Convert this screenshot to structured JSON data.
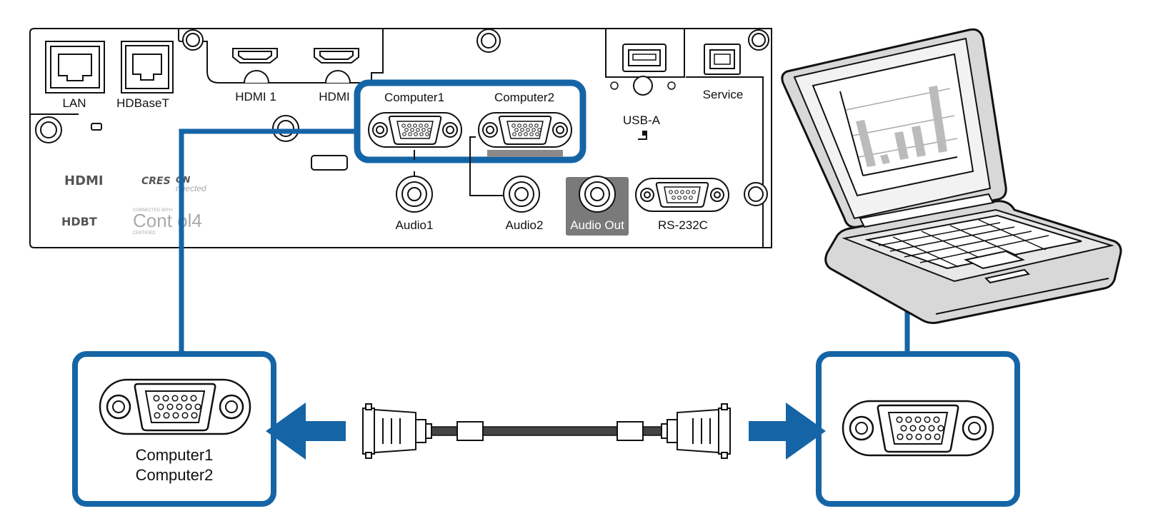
{
  "ports": {
    "lan": "LAN",
    "hdbaset": "HDBaseT",
    "hdmi1": "HDMI 1",
    "hdmi2": "HDMI",
    "computer1": "Computer1",
    "computer2": "Computer2",
    "usb_a": "USB-A",
    "service": "Service",
    "audio1": "Audio1",
    "audio2": "Audio2",
    "audio_out": "Audio Out",
    "rs232c": "RS-232C"
  },
  "logos": {
    "hdmi": "HDMI",
    "crestron": "CRES",
    "crestron_on": "ON",
    "crestron_connected": "nnected",
    "hdbaset": "HDBT",
    "control4": "Cont ol4",
    "control4_top": "CONNECTED WITH",
    "control4_bottom": "CERTIFIED"
  },
  "callout_left": {
    "line1": "Computer1",
    "line2": "Computer2"
  },
  "colors": {
    "accent": "#1565a6",
    "outline": "#111111",
    "panel": "#ffffff",
    "grey": "#7a7a7a"
  }
}
